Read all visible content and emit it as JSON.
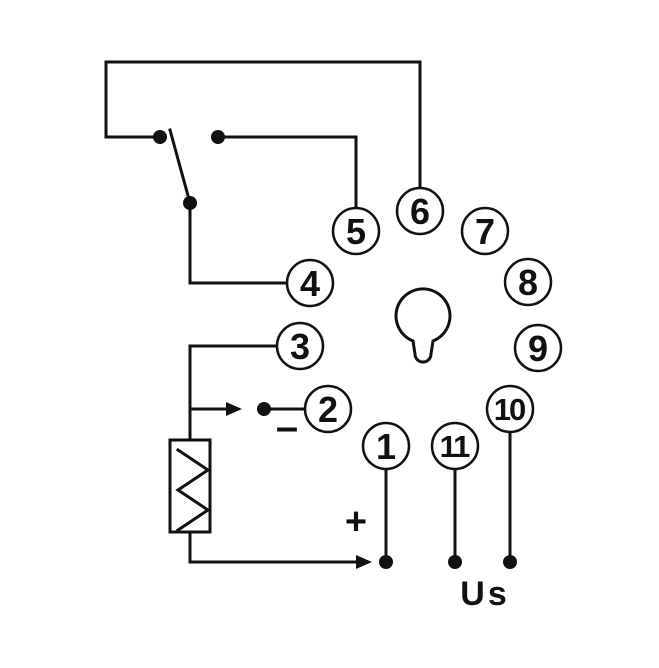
{
  "pins": [
    "1",
    "2",
    "3",
    "4",
    "5",
    "6",
    "7",
    "8",
    "9",
    "10",
    "11"
  ],
  "signs": {
    "plus": "+",
    "minus": "–"
  },
  "supply_label": "Us",
  "icons": {
    "socket_key": "keyhole-icon",
    "switch": "relay-switch-icon",
    "sensor": "thermistor-icon"
  },
  "colors": {
    "line": "#111111",
    "background": "#ffffff"
  }
}
